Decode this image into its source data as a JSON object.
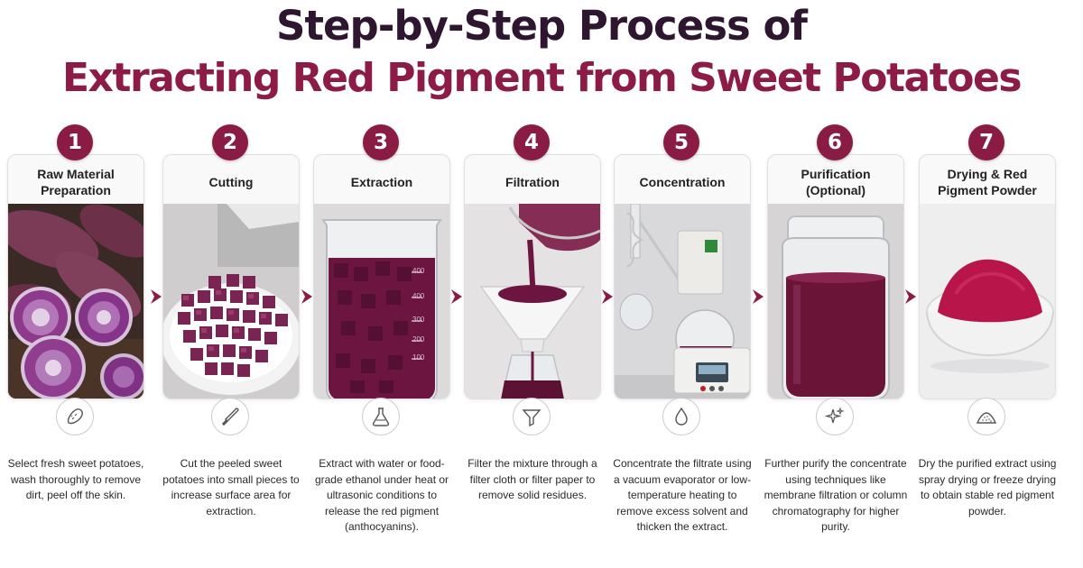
{
  "title_line1": "Step-by-Step Process of",
  "title_line2": "Extracting Red Pigment from Sweet Potatoes",
  "colors": {
    "accent": "#8a1c43",
    "title_dark": "#2e1530",
    "title_red": "#8c1b45"
  },
  "steps": [
    {
      "number": "1",
      "title": "Raw Material Preparation",
      "icon": "sweet-potato-icon",
      "description": "Select fresh sweet potatoes, wash thoroughly to remove dirt, peel off the skin."
    },
    {
      "number": "2",
      "title": "Cutting",
      "icon": "knife-icon",
      "description": "Cut the peeled sweet potatoes into small pieces to increase surface area for extraction."
    },
    {
      "number": "3",
      "title": "Extraction",
      "icon": "flask-icon",
      "description": "Extract with water or food-grade ethanol under heat or ultrasonic conditions to release the red pigment (anthocyanins)."
    },
    {
      "number": "4",
      "title": "Filtration",
      "icon": "funnel-icon",
      "description": "Filter the mixture through a filter cloth or filter paper to remove solid residues."
    },
    {
      "number": "5",
      "title": "Concentration",
      "icon": "droplet-icon",
      "description": "Concentrate the filtrate using a vacuum evaporator or low-temperature heating to remove excess solvent and thicken the extract."
    },
    {
      "number": "6",
      "title": "Purification (Optional)",
      "icon": "sparkle-icon",
      "description": "Further purify the concentrate using techniques like membrane filtration or column chromatography for higher purity."
    },
    {
      "number": "7",
      "title": "Drying & Red Pigment Powder",
      "icon": "powder-pile-icon",
      "description": "Dry the purified extract using spray drying or freeze drying to obtain stable red pigment powder."
    }
  ],
  "beaker_scale": [
    "400",
    "400",
    "300",
    "200",
    "100"
  ]
}
